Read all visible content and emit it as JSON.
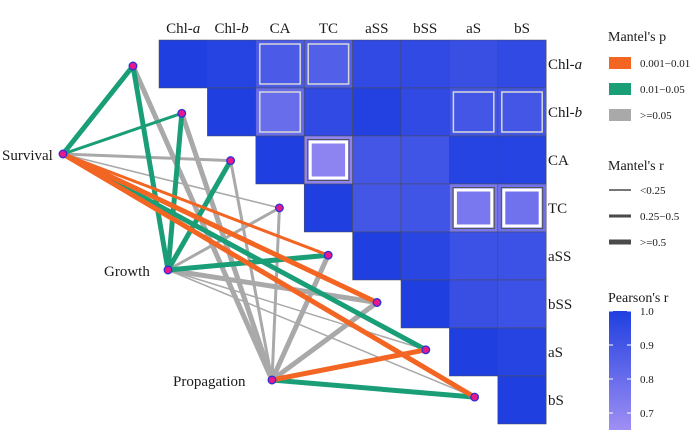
{
  "chart_data": {
    "type": "heatmap",
    "heatmap": {
      "variables": [
        "Chl-a",
        "Chl-b",
        "CA",
        "TC",
        "aSS",
        "bSS",
        "aS",
        "bS"
      ],
      "column_labels": [
        {
          "text": "Chl-",
          "italic": "a"
        },
        {
          "text": "Chl-",
          "italic": "b"
        },
        {
          "text": "CA",
          "italic": ""
        },
        {
          "text": "TC",
          "italic": ""
        },
        {
          "text": "aSS",
          "italic": ""
        },
        {
          "text": "bSS",
          "italic": ""
        },
        {
          "text": "aS",
          "italic": ""
        },
        {
          "text": "bS",
          "italic": ""
        }
      ],
      "row_labels": [
        {
          "text": "Chl-",
          "italic": "a"
        },
        {
          "text": "Chl-",
          "italic": "b"
        },
        {
          "text": "CA",
          "italic": ""
        },
        {
          "text": "TC",
          "italic": ""
        },
        {
          "text": "aSS",
          "italic": ""
        },
        {
          "text": "bSS",
          "italic": ""
        },
        {
          "text": "aS",
          "italic": ""
        },
        {
          "text": "bS",
          "italic": ""
        }
      ],
      "pearson_r": [
        [
          1.0,
          0.98,
          0.88,
          0.86,
          0.95,
          0.95,
          0.93,
          0.95
        ],
        [
          null,
          1.0,
          0.8,
          0.95,
          0.99,
          0.95,
          0.9,
          0.9
        ],
        [
          null,
          null,
          1.0,
          0.7,
          0.9,
          0.91,
          0.98,
          0.98
        ],
        [
          null,
          null,
          null,
          1.0,
          0.9,
          0.91,
          0.75,
          0.78
        ],
        [
          null,
          null,
          null,
          null,
          1.0,
          0.97,
          0.92,
          0.92
        ],
        [
          null,
          null,
          null,
          null,
          null,
          1.0,
          0.93,
          0.92
        ],
        [
          null,
          null,
          null,
          null,
          null,
          null,
          1.0,
          0.98
        ],
        [
          null,
          null,
          null,
          null,
          null,
          null,
          null,
          1.0
        ]
      ],
      "significant_cells": [
        [
          1,
          2
        ],
        [
          2,
          3
        ],
        [
          3,
          6
        ],
        [
          3,
          7
        ],
        [
          1,
          7
        ],
        [
          0,
          2
        ],
        [
          0,
          3
        ],
        [
          1,
          6
        ]
      ],
      "strong_highlight_cells": [
        [
          2,
          3
        ],
        [
          3,
          6
        ],
        [
          3,
          7
        ]
      ]
    },
    "mantel": {
      "groups": [
        "Survival",
        "Growth",
        "Propagation"
      ],
      "links": [
        {
          "from": "Survival",
          "to": "Chl-a",
          "p": "0.01-0.05",
          "r": ">=0.5"
        },
        {
          "from": "Survival",
          "to": "Chl-b",
          "p": "0.01-0.05",
          "r": "0.25-0.5"
        },
        {
          "from": "Survival",
          "to": "CA",
          "p": ">=0.05",
          "r": "0.25-0.5"
        },
        {
          "from": "Survival",
          "to": "TC",
          "p": ">=0.05",
          "r": "<0.25"
        },
        {
          "from": "Survival",
          "to": "aSS",
          "p": "0.001-0.01",
          "r": "0.25-0.5"
        },
        {
          "from": "Survival",
          "to": "bSS",
          "p": "0.001-0.01",
          "r": ">=0.5"
        },
        {
          "from": "Survival",
          "to": "aS",
          "p": "0.01-0.05",
          "r": ">=0.5"
        },
        {
          "from": "Survival",
          "to": "bS",
          "p": "0.001-0.01",
          "r": ">=0.5"
        },
        {
          "from": "Growth",
          "to": "Chl-a",
          "p": "0.01-0.05",
          "r": ">=0.5"
        },
        {
          "from": "Growth",
          "to": "Chl-b",
          "p": "0.01-0.05",
          "r": ">=0.5"
        },
        {
          "from": "Growth",
          "to": "CA",
          "p": "0.01-0.05",
          "r": ">=0.5"
        },
        {
          "from": "Growth",
          "to": "TC",
          "p": ">=0.05",
          "r": "0.25-0.5"
        },
        {
          "from": "Growth",
          "to": "aSS",
          "p": "0.01-0.05",
          "r": ">=0.5"
        },
        {
          "from": "Growth",
          "to": "bSS",
          "p": ">=0.05",
          "r": ">=0.5"
        },
        {
          "from": "Growth",
          "to": "aS",
          "p": ">=0.05",
          "r": "<0.25"
        },
        {
          "from": "Growth",
          "to": "bS",
          "p": ">=0.05",
          "r": "<0.25"
        },
        {
          "from": "Propagation",
          "to": "Chl-a",
          "p": ">=0.05",
          "r": ">=0.5"
        },
        {
          "from": "Propagation",
          "to": "Chl-b",
          "p": ">=0.05",
          "r": ">=0.5"
        },
        {
          "from": "Propagation",
          "to": "CA",
          "p": ">=0.05",
          "r": "0.25-0.5"
        },
        {
          "from": "Propagation",
          "to": "TC",
          "p": ">=0.05",
          "r": "0.25-0.5"
        },
        {
          "from": "Propagation",
          "to": "aSS",
          "p": ">=0.05",
          "r": ">=0.5"
        },
        {
          "from": "Propagation",
          "to": "bSS",
          "p": ">=0.05",
          "r": ">=0.5"
        },
        {
          "from": "Propagation",
          "to": "aS",
          "p": "0.001-0.01",
          "r": ">=0.5"
        },
        {
          "from": "Propagation",
          "to": "bS",
          "p": "0.01-0.05",
          "r": ">=0.5"
        }
      ]
    },
    "legend": {
      "mantel_p": {
        "title": "Mantel's p",
        "items": [
          {
            "label": "0.001−0.01",
            "color": "#f26522"
          },
          {
            "label": "0.01−0.05",
            "color": "#1a9e77"
          },
          {
            "label": ">=0.05",
            "color": "#a9a9a9"
          }
        ]
      },
      "mantel_r": {
        "title": "Mantel's r",
        "items": [
          {
            "label": "<0.25",
            "width": 1.5
          },
          {
            "label": "0.25−0.5",
            "width": 3
          },
          {
            "label": ">=0.5",
            "width": 5
          }
        ]
      },
      "pearson": {
        "title": "Pearson's r",
        "ticks": [
          "1.0",
          "0.9",
          "0.8",
          "0.7"
        ],
        "range": [
          0.65,
          1.0
        ],
        "low_color": "#9f8ff4",
        "high_color": "#1f3fe0"
      }
    },
    "colors": {
      "node": "#e8178a",
      "node_outline": "#2c30d6"
    }
  }
}
